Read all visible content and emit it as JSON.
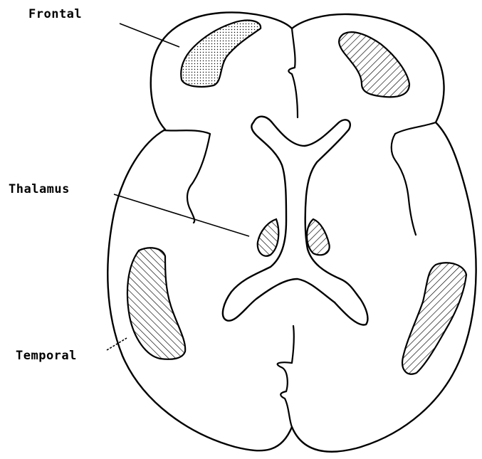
{
  "labels": {
    "frontal": "Frontal",
    "thalamus": "Thalamus",
    "temporal": "Temporal"
  },
  "colors": {
    "ink": "#000000",
    "paper": "#ffffff"
  }
}
